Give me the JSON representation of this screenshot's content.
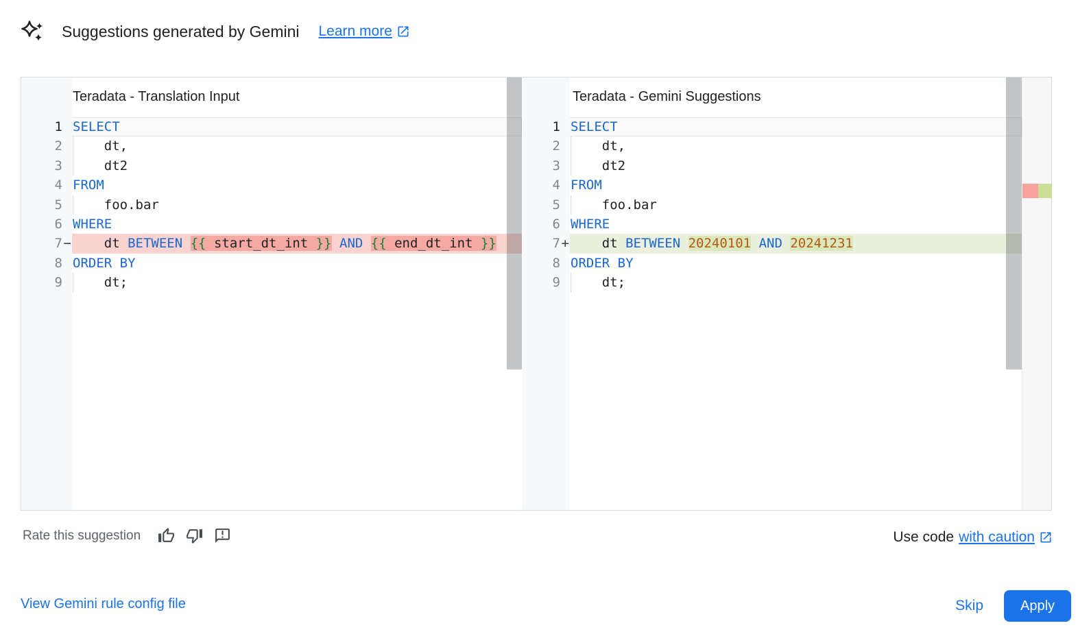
{
  "header": {
    "title": "Suggestions generated by Gemini",
    "learn_more": "Learn more"
  },
  "colors": {
    "accent": "#1a73e8",
    "keyword": "#1967d2",
    "brace": "#188038",
    "number": "#b3590f",
    "diff_del_line": "#fad3d0",
    "diff_del_word": "#f4a9a2",
    "diff_add_line": "#eaf0dd",
    "diff_add_word": "#dbe7bd",
    "ruler_del": "#f7a29a",
    "ruler_add": "#cbdf96"
  },
  "left_panel": {
    "title": "Teradata - Translation Input",
    "lines": [
      {
        "n": "1",
        "active": true,
        "tokens": [
          {
            "s": "SELECT",
            "c": "kw"
          }
        ]
      },
      {
        "n": "2",
        "guide": true,
        "tokens": [
          {
            "s": "    dt,",
            "c": "p"
          }
        ]
      },
      {
        "n": "3",
        "guide": true,
        "tokens": [
          {
            "s": "    dt2",
            "c": "p"
          }
        ]
      },
      {
        "n": "4",
        "tokens": [
          {
            "s": "FROM",
            "c": "kw"
          }
        ]
      },
      {
        "n": "5",
        "guide": true,
        "tokens": [
          {
            "s": "    foo.bar",
            "c": "p"
          }
        ]
      },
      {
        "n": "6",
        "tokens": [
          {
            "s": "WHERE",
            "c": "kw"
          }
        ]
      },
      {
        "n": "7",
        "marker": "−",
        "diff": "del",
        "tokens": [
          {
            "s": "    dt ",
            "c": "p"
          },
          {
            "s": "BETWEEN",
            "c": "kw"
          },
          {
            "s": " ",
            "c": "p"
          },
          {
            "s": "{{",
            "c": "br",
            "w": true
          },
          {
            "s": " start_dt_int ",
            "c": "p",
            "w": true
          },
          {
            "s": "}}",
            "c": "br",
            "w": true
          },
          {
            "s": " ",
            "c": "p"
          },
          {
            "s": "AND",
            "c": "kw"
          },
          {
            "s": " ",
            "c": "p"
          },
          {
            "s": "{{",
            "c": "br",
            "w": true
          },
          {
            "s": " end_dt_int ",
            "c": "p",
            "w": true
          },
          {
            "s": "}}",
            "c": "br",
            "w": true
          }
        ]
      },
      {
        "n": "8",
        "tokens": [
          {
            "s": "ORDER BY",
            "c": "kw"
          }
        ]
      },
      {
        "n": "9",
        "guide": true,
        "tokens": [
          {
            "s": "    dt;",
            "c": "p"
          }
        ]
      }
    ]
  },
  "right_panel": {
    "title": "Teradata - Gemini Suggestions",
    "lines": [
      {
        "n": "1",
        "active": true,
        "tokens": [
          {
            "s": "SELECT",
            "c": "kw"
          }
        ]
      },
      {
        "n": "2",
        "guide": true,
        "tokens": [
          {
            "s": "    dt,",
            "c": "p"
          }
        ]
      },
      {
        "n": "3",
        "guide": true,
        "tokens": [
          {
            "s": "    dt2",
            "c": "p"
          }
        ]
      },
      {
        "n": "4",
        "tokens": [
          {
            "s": "FROM",
            "c": "kw"
          }
        ]
      },
      {
        "n": "5",
        "guide": true,
        "tokens": [
          {
            "s": "    foo.bar",
            "c": "p"
          }
        ]
      },
      {
        "n": "6",
        "tokens": [
          {
            "s": "WHERE",
            "c": "kw"
          }
        ]
      },
      {
        "n": "7",
        "marker": "+",
        "diff": "add",
        "tokens": [
          {
            "s": "    dt ",
            "c": "p"
          },
          {
            "s": "BETWEEN",
            "c": "kw"
          },
          {
            "s": " ",
            "c": "p"
          },
          {
            "s": "20240101",
            "c": "num",
            "w": true
          },
          {
            "s": " ",
            "c": "p"
          },
          {
            "s": "AND",
            "c": "kw"
          },
          {
            "s": " ",
            "c": "p"
          },
          {
            "s": "20241231",
            "c": "num",
            "w": true
          }
        ]
      },
      {
        "n": "8",
        "tokens": [
          {
            "s": "ORDER BY",
            "c": "kw"
          }
        ]
      },
      {
        "n": "9",
        "guide": true,
        "tokens": [
          {
            "s": "    dt;",
            "c": "p"
          }
        ]
      }
    ]
  },
  "footer": {
    "rate_label": "Rate this suggestion",
    "use_code_prefix": "Use code",
    "use_code_link": "with caution",
    "view_config": "View Gemini rule config file",
    "skip": "Skip",
    "apply": "Apply"
  }
}
